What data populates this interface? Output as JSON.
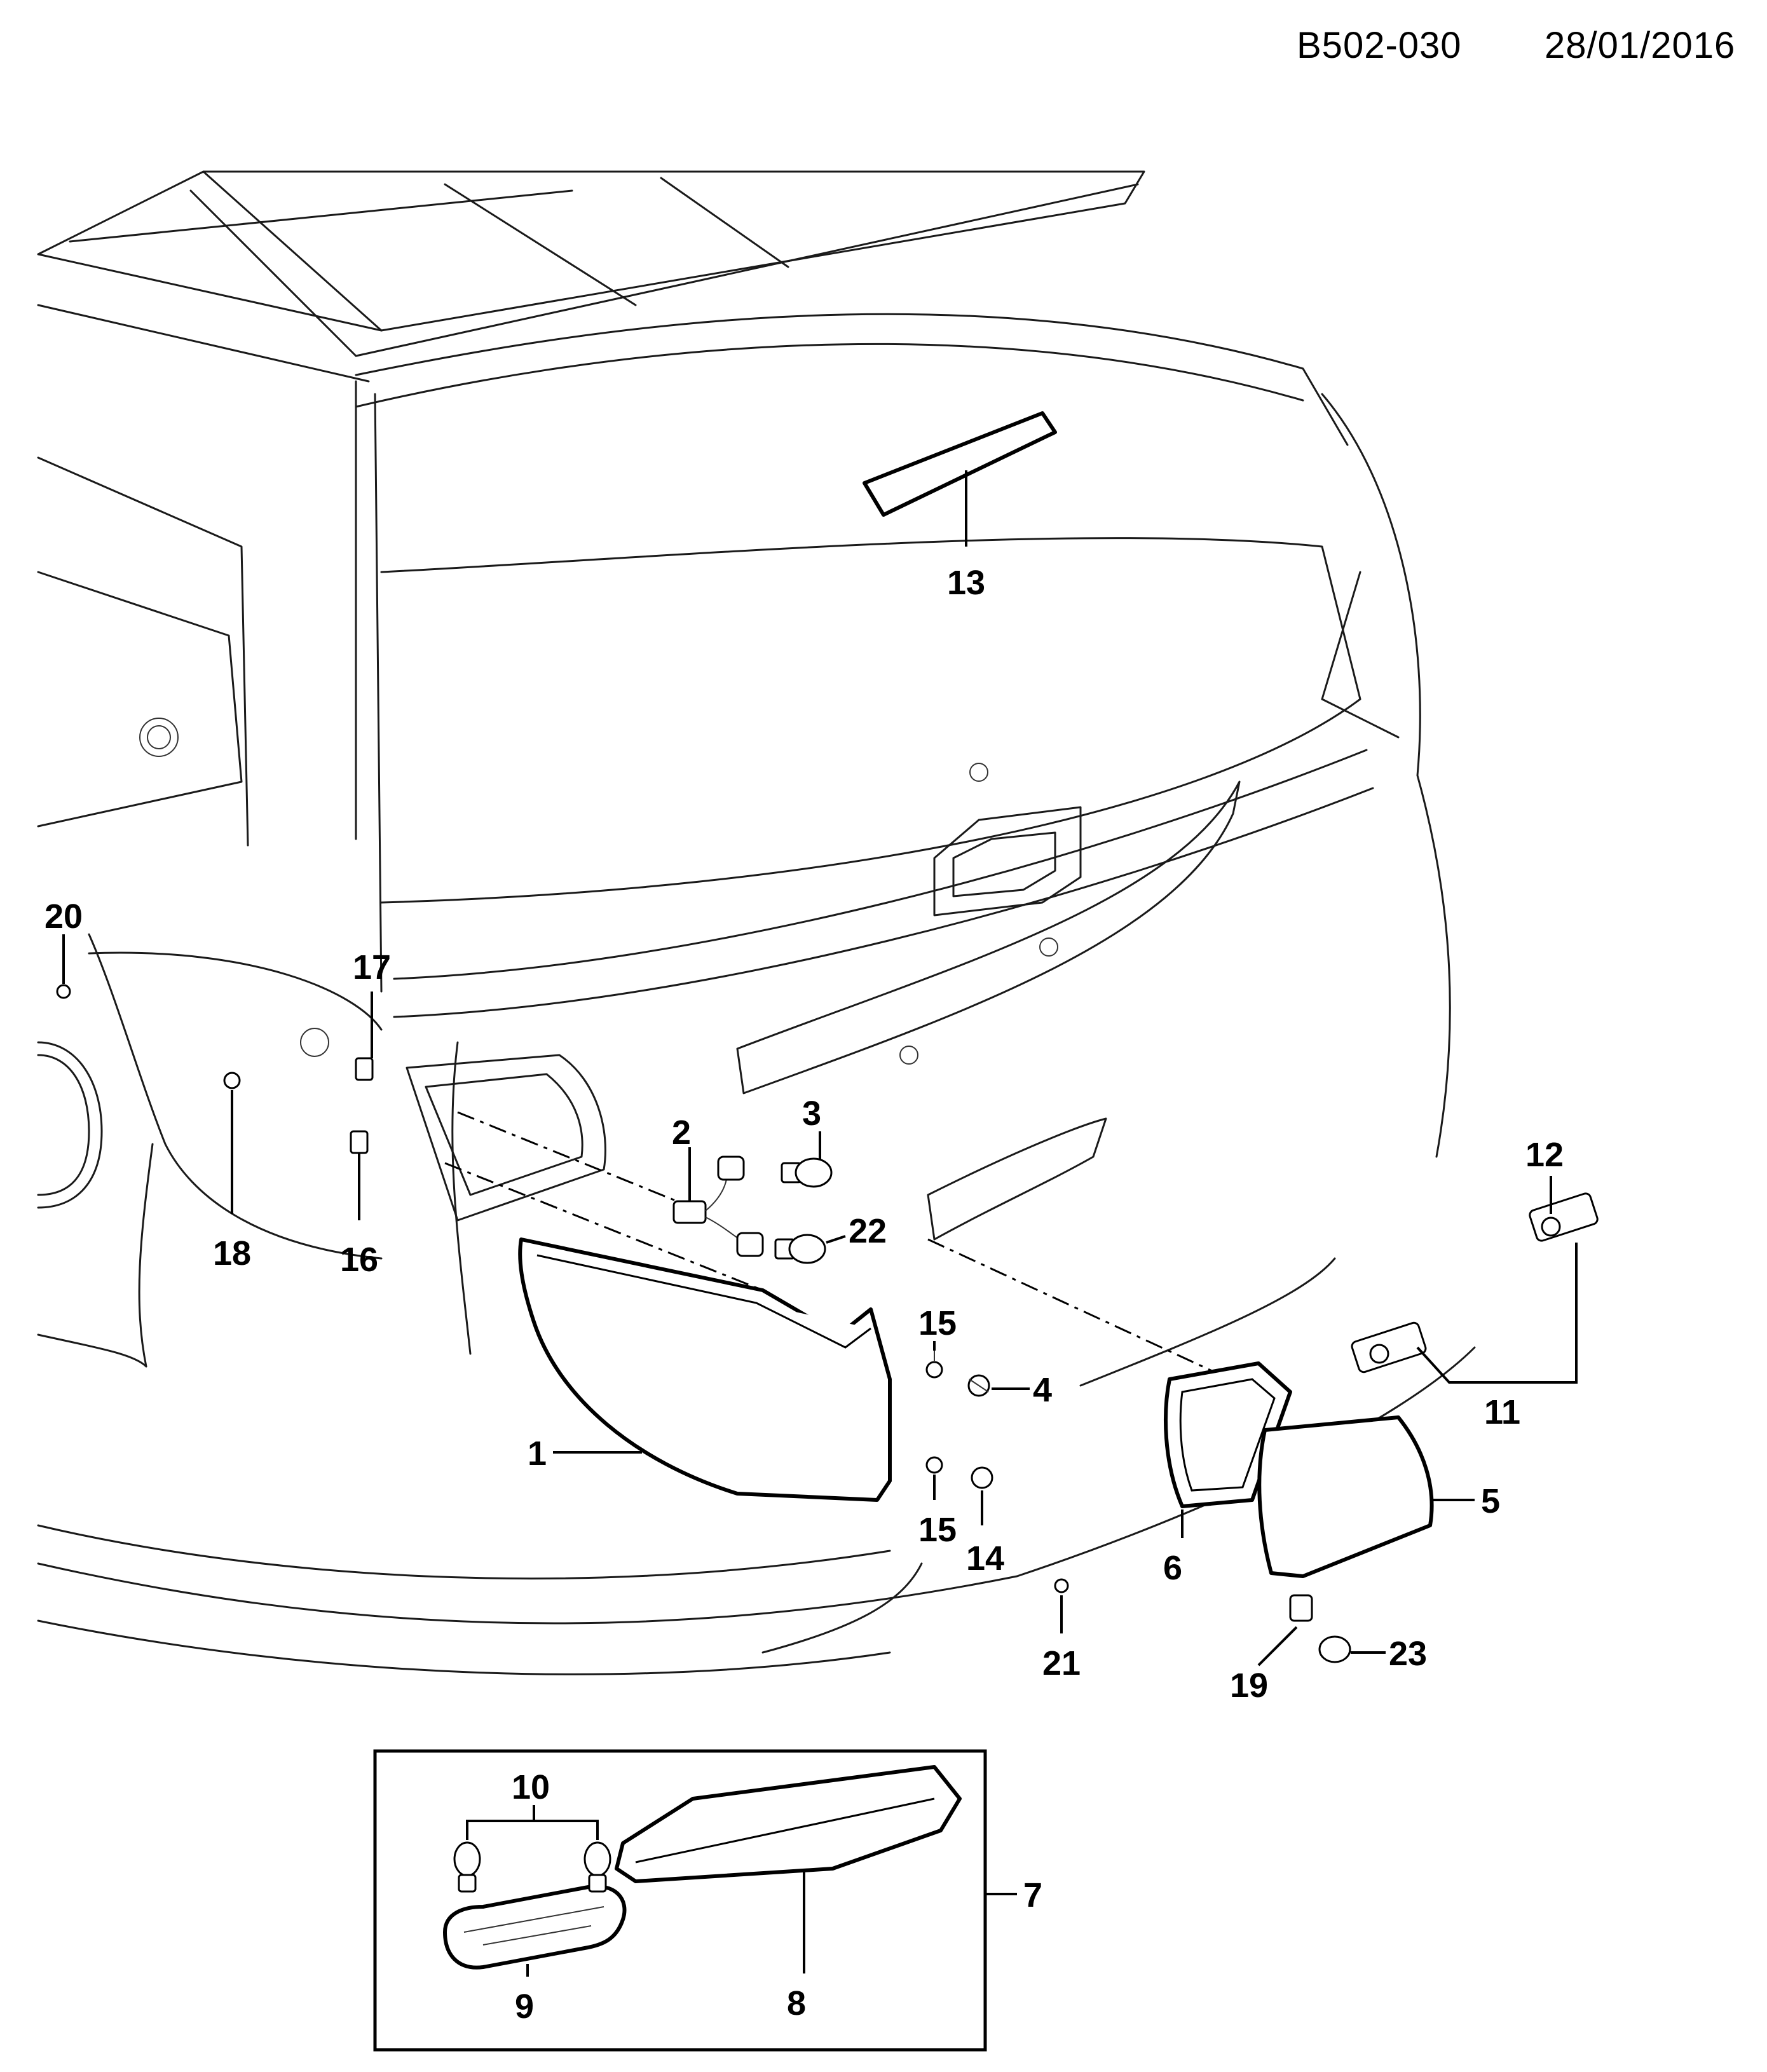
{
  "header": {
    "diagram_code": "B502-030",
    "date": "28/01/2016"
  },
  "callouts": {
    "c1": "1",
    "c2": "2",
    "c3": "3",
    "c4": "4",
    "c5": "5",
    "c6": "6",
    "c7": "7",
    "c8": "8",
    "c9": "9",
    "c10": "10",
    "c11": "11",
    "c12": "12",
    "c13": "13",
    "c14": "14",
    "c15a": "15",
    "c15b": "15",
    "c16": "16",
    "c17": "17",
    "c18": "18",
    "c19": "19",
    "c20": "20",
    "c21": "21",
    "c22": "22",
    "c23": "23"
  }
}
